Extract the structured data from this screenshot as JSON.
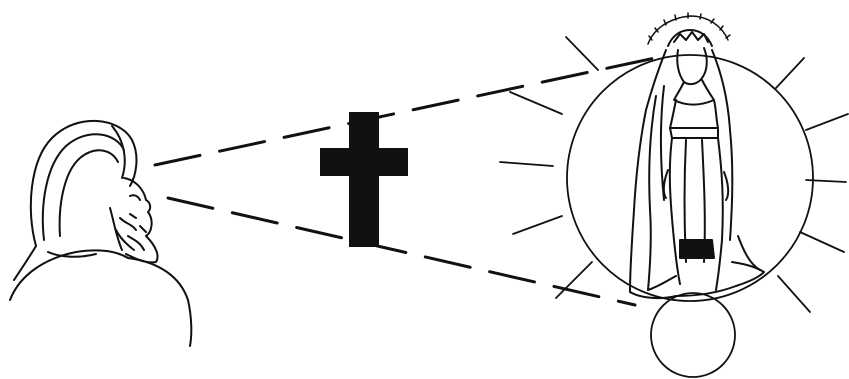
{
  "illustration": {
    "figures": [
      "praying-man",
      "cross",
      "standing-woman-with-halo",
      "globe"
    ],
    "style": "black line drawing",
    "colors": {
      "ink": "#111111",
      "background": "#ffffff"
    }
  }
}
